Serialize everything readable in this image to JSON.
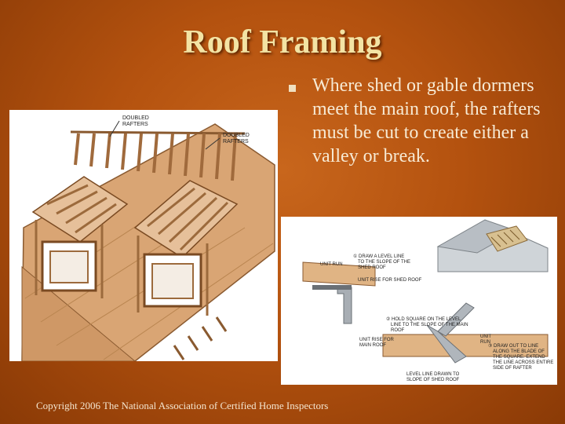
{
  "slide": {
    "title": "Roof Framing",
    "bullet": "Where shed or gable dormers meet the main roof, the rafters must be cut to create either a valley or break.",
    "copyright": "Copyright 2006 The National Association of Certified Home Inspectors"
  },
  "left_figure": {
    "label_1": "DOUBLED",
    "label_2": "RAFTERS",
    "label_3": "DOUBLED",
    "label_4": "RAFTERS"
  },
  "right_figure": {
    "unit_run": "UNIT RUN",
    "step_1a": "① DRAW A LEVEL LINE",
    "step_1b": "TO THE SLOPE OF THE",
    "step_1c": "SHED ROOF",
    "unit_rise_shed": "UNIT RISE FOR SHED ROOF",
    "step_2a": "② HOLD SQUARE ON THE LEVEL",
    "step_2b": "LINE TO THE SLOPE OF THE MAIN",
    "step_2c": "ROOF",
    "unit_rise_main_a": "UNIT RISE FOR",
    "unit_rise_main_b": "MAIN ROOF",
    "unit_run_2a": "UNIT",
    "unit_run_2b": "RUN",
    "step_3a": "③ DRAW OUT TO LINE",
    "step_3b": "ALONG THE BLADE OF",
    "step_3c": "THE SQUARE. EXTEND",
    "step_3d": "THE LINE ACROSS ENTIRE",
    "step_3e": "SIDE OF RAFTER",
    "level_a": "LEVEL LINE DRAWN TO",
    "level_b": "SLOPE OF SHED ROOF"
  }
}
